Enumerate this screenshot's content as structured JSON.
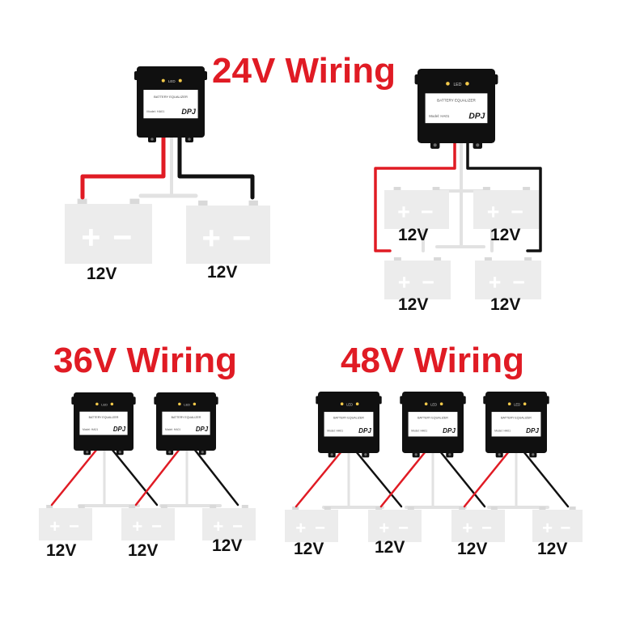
{
  "titles": {
    "t24": "24V Wiring",
    "t36": "36V Wiring",
    "t48": "48V Wiring"
  },
  "battery_voltage": "12V",
  "equalizer": {
    "led_label": "LED",
    "device_text": "BATTERY EQUALIZER",
    "model_text": "Model: HA01",
    "brand": "DPJ"
  },
  "colors": {
    "title": "#e01b24",
    "red_wire": "#e01b24",
    "black_wire": "#111111",
    "link_wire": "#e2e2e2",
    "battery": "#ececec",
    "battery_terminal": "#d9d9d9",
    "equalizer_body": "#101010",
    "equalizer_label": "#ffffff"
  }
}
